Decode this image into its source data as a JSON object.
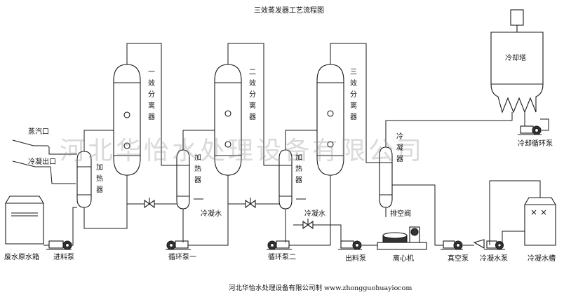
{
  "title": "三效蒸发器工艺流程图",
  "watermark": "河北华怡水处理设备有限公司",
  "footer": "河北华怡水处理设备有限公司制 www.zhongguohuayiocom",
  "labels": {
    "steam_inlet": "蒸汽口",
    "condensate_outlet": "冷凝出口",
    "waste_tank": "废水原水箱",
    "feed_pump": "进料泵",
    "circ_pump_1": "循环泵一",
    "circ_pump_2": "循环泵二",
    "discharge_pump": "出料泵",
    "centrifuge": "离心机",
    "vacuum_pump": "真空泵",
    "condensate_pump": "冷凝水泵",
    "condensate_tank": "冷凝水槽",
    "cooling_tower": "冷却塔",
    "cooling_circ_pump": "冷却循环泵",
    "vent_valve": "排空阀",
    "cooling_water_1": "冷凝水",
    "cooling_water_2": "冷凝水"
  },
  "vertical_labels": {
    "separator_1": "一效分离器",
    "separator_2": "二效分离器",
    "separator_3": "三效分离器",
    "heater_1": "加热器",
    "heater_2": "加热器",
    "heater_3": "加热器",
    "condenser": "冷凝器"
  },
  "colors": {
    "line": "#1a1a1a",
    "watermark": "#8c8c8c",
    "background": "#ffffff"
  }
}
